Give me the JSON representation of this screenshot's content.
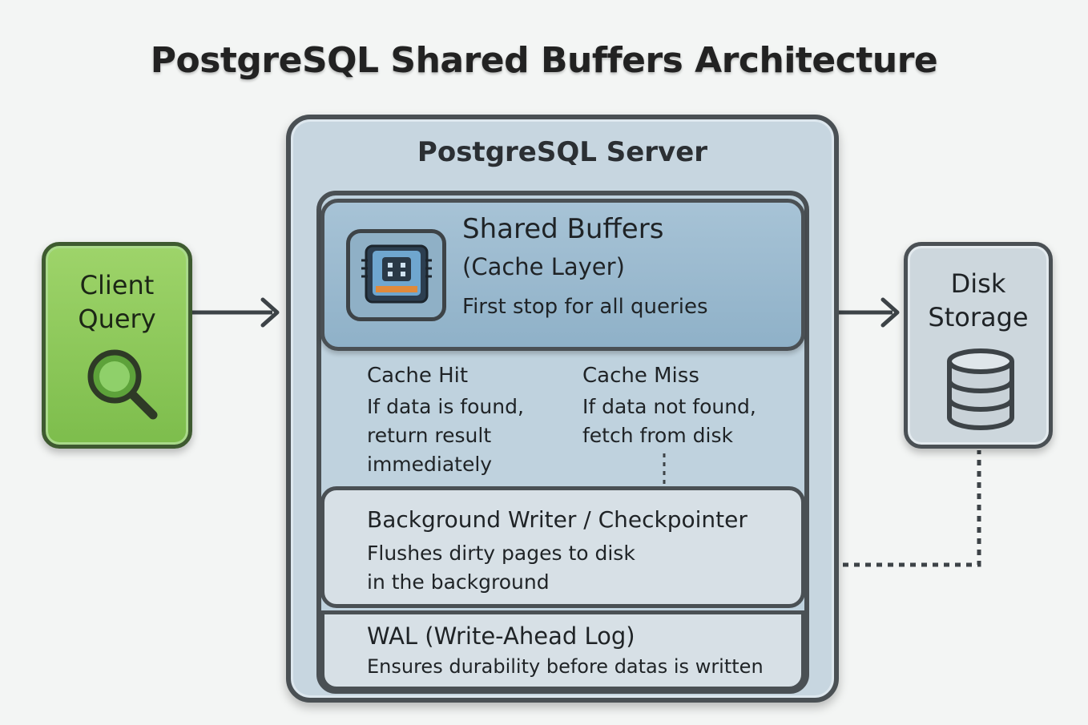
{
  "title": "PostgreSQL Shared Buffers Architecture",
  "client": {
    "line1": "Client",
    "line2": "Query",
    "icon": "magnifier-icon"
  },
  "server": {
    "title": "PostgreSQL Server"
  },
  "shared_buffers": {
    "title": "Shared Buffers",
    "subtitle": "(Cache Layer)",
    "description": "First stop for all queries",
    "icon": "memory-chip-icon"
  },
  "cache_hit": {
    "title": "Cache Hit",
    "lines": [
      "If data is found,",
      "return result",
      "immediately"
    ]
  },
  "cache_miss": {
    "title": "Cache Miss",
    "lines": [
      "If data not found,",
      "fetch from disk"
    ]
  },
  "background_writer": {
    "title": "Background Writer / Checkpointer",
    "lines": [
      "Flushes dirty pages to disk",
      "in the background"
    ]
  },
  "wal": {
    "title": "WAL (Write-Ahead Log)",
    "description": "Ensures durability before datas is written"
  },
  "disk": {
    "line1": "Disk",
    "line2": "Storage",
    "icon": "database-icon"
  },
  "colors": {
    "client_green": "#7dbd4c",
    "server_blue": "#c7d6e0",
    "shared_blue": "#8fb1c8",
    "outline": "#4a5054"
  }
}
